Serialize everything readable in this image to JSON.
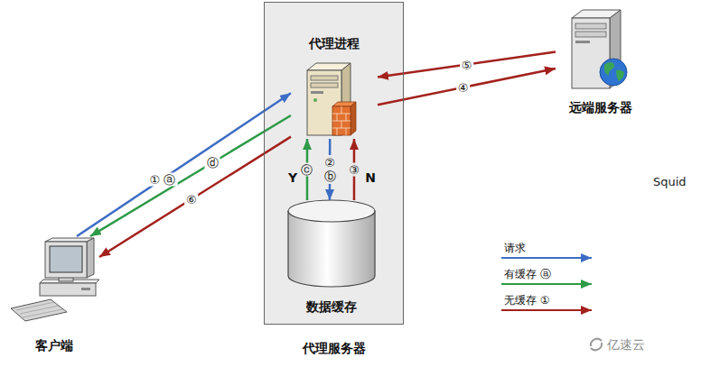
{
  "diagram": {
    "nodes": [
      {
        "text": [
          "代理服务器"
        ]
      },
      {
        "text": [
          "代理进程"
        ],
        "in": 0
      },
      {
        "text": [
          "数据缓存"
        ],
        "in": 0
      },
      {
        "text": [
          "远端服务器"
        ]
      },
      {
        "text": [
          "客户端"
        ]
      }
    ],
    "edges": [
      {
        "from": 4,
        "to": 1,
        "arrow": "to",
        "label": "① ⓐ"
      },
      {
        "from": 1,
        "to": 4,
        "arrow": "to",
        "label": "ⓓ"
      },
      {
        "from": 1,
        "to": 4,
        "arrow": "to",
        "label": "⑥"
      },
      {
        "from": 1,
        "to": 2,
        "arrow": "to",
        "label": "② ⓑ"
      },
      {
        "from": 2,
        "to": 1,
        "arrow": "to",
        "label": "ⓒ"
      },
      {
        "from": 2,
        "to": 1,
        "arrow": "to",
        "label": "③"
      },
      {
        "from": 1,
        "to": 3,
        "arrow": "to",
        "label": "④"
      },
      {
        "from": 3,
        "to": 1,
        "arrow": "to",
        "label": "⑤"
      }
    ],
    "labels": [
      "Y",
      "N",
      "Squid",
      "亿速云"
    ],
    "legend": [
      {
        "text": "请求"
      },
      {
        "text": "有缓存 ⓐ"
      },
      {
        "text": "无缓存 ①"
      }
    ]
  }
}
